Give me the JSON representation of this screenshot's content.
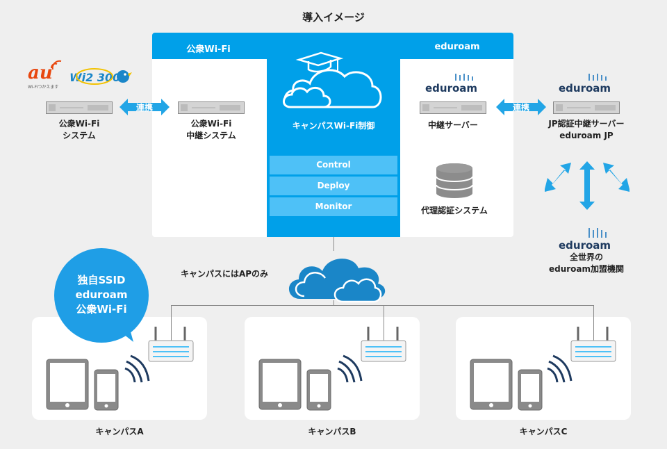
{
  "title": "導入イメージ",
  "header_left": "公衆Wi-Fi",
  "header_right": "eduroam",
  "center": {
    "label": "キャンパスWi-Fi制御",
    "menu": [
      "Control",
      "Deploy",
      "Monitor"
    ]
  },
  "left_logos": {
    "au": "au",
    "au_sub": "Wi-Fiつかえます",
    "wi2": "Wi2 300"
  },
  "nodes": {
    "public_system": [
      "公衆Wi-Fi",
      "システム"
    ],
    "public_relay": [
      "公衆Wi-Fi",
      "中継システム"
    ],
    "relay_server": "中継サーバー",
    "jp_server": [
      "JP認証中継サーバー",
      "eduroam JP"
    ],
    "proxy_auth": "代理認証システム",
    "global": [
      "全世界の",
      "eduroam加盟機関"
    ]
  },
  "eduroam_logo": "eduroam",
  "link_label": "連携",
  "ap_only": "キャンパスにはAPのみ",
  "bubble": [
    "独自SSID",
    "eduroam",
    "公衆Wi-Fi"
  ],
  "campuses": [
    "キャンパスA",
    "キャンパスB",
    "キャンパスC"
  ],
  "colors": {
    "blue": "#00a0e9",
    "light_blue": "#4ec1f7",
    "bubble": "#1f9ee6",
    "arrow": "#22a5e6"
  }
}
